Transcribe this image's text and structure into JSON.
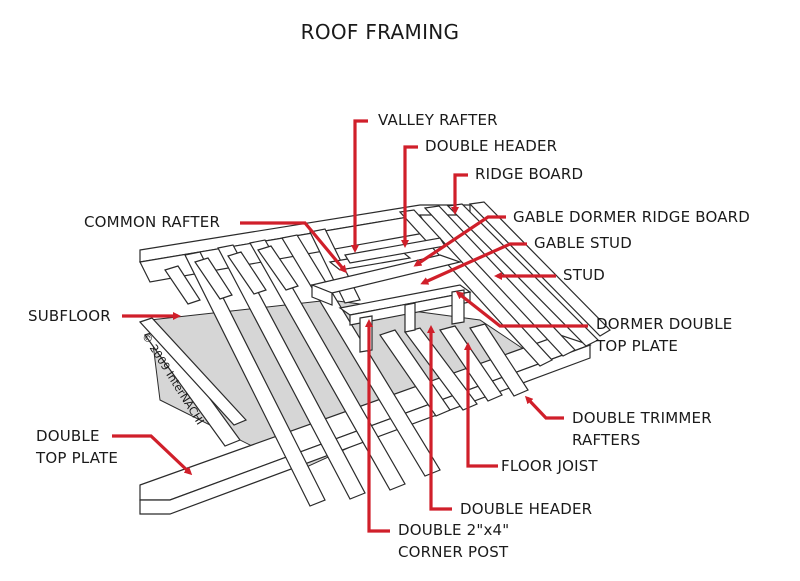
{
  "title": "ROOF FRAMING",
  "copyright": "© 2009 InterNACHI",
  "colors": {
    "arrow": "#d01f2a",
    "text": "#1a1a1a",
    "wood_outline": "#2b2b2b",
    "shadow": "#d6d6d6"
  },
  "labels": {
    "valley_rafter": "VALLEY RAFTER",
    "double_header_top": "DOUBLE HEADER",
    "ridge_board": "RIDGE BOARD",
    "common_rafter": "COMMON RAFTER",
    "gable_dormer_ridge_board": "GABLE DORMER RIDGE BOARD",
    "gable_stud": "GABLE STUD",
    "stud": "STUD",
    "subfloor": "SUBFLOOR",
    "dormer_double_top_plate_1": "DORMER DOUBLE",
    "dormer_double_top_plate_2": "TOP PLATE",
    "double_trimmer_rafters_1": "DOUBLE TRIMMER",
    "double_trimmer_rafters_2": "RAFTERS",
    "double_top_plate_1": "DOUBLE",
    "double_top_plate_2": "TOP PLATE",
    "floor_joist": "FLOOR JOIST",
    "double_header_bottom": "DOUBLE HEADER",
    "corner_post_1": "DOUBLE 2\"x4\"",
    "corner_post_2": "CORNER POST"
  }
}
